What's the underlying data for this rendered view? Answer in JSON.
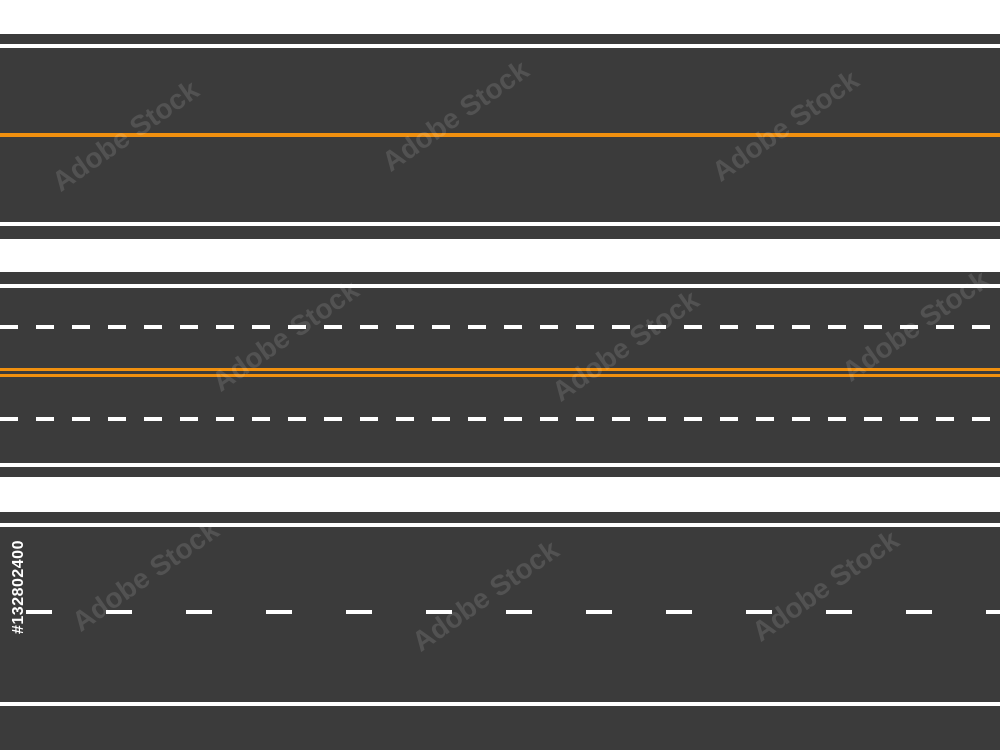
{
  "colors": {
    "asphalt": "#3b3b3b",
    "background": "#ffffff",
    "edge_line": "#ffffff",
    "center_line_yellow": "#f0900f",
    "lane_dash": "#ffffff"
  },
  "roads": [
    {
      "name": "two-lane road with solid yellow center line",
      "edge_lines": "solid white",
      "center_marking": "single solid yellow"
    },
    {
      "name": "four-lane road with double yellow center line",
      "edge_lines": "solid white",
      "center_marking": "double solid yellow",
      "lane_dividers": "dashed white (short dashes)"
    },
    {
      "name": "two-lane road with dashed white center line",
      "edge_lines": "solid white",
      "center_marking": "dashed white (long dashes)"
    }
  ],
  "watermark": {
    "brand_text": "Adobe Stock",
    "id_text": "#132802400"
  }
}
